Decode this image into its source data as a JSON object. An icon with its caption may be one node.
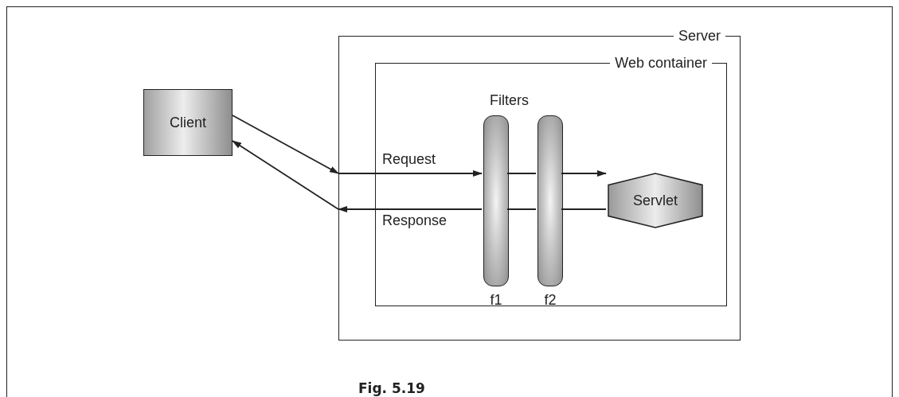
{
  "diagram": {
    "caption": "Fig. 5.19",
    "nodes": [
      {
        "text": [
          "Server"
        ]
      },
      {
        "text": [
          "Web container"
        ],
        "in": 0
      },
      {
        "text": [
          "Client"
        ]
      },
      {
        "text": [
          "f1"
        ],
        "in": 1
      },
      {
        "text": [
          "f2"
        ],
        "in": 1
      },
      {
        "text": [
          "Servlet"
        ],
        "in": 1
      }
    ],
    "edges": [
      {
        "from": 2,
        "to": 0,
        "arrow": "to"
      },
      {
        "from": 0,
        "to": 3,
        "arrow": "to",
        "label": "Request"
      },
      {
        "from": 3,
        "to": 4,
        "arrow": "none"
      },
      {
        "from": 4,
        "to": 5,
        "arrow": "to"
      },
      {
        "from": 5,
        "to": 4,
        "arrow": "none"
      },
      {
        "from": 4,
        "to": 3,
        "arrow": "none"
      },
      {
        "from": 3,
        "to": 0,
        "arrow": "to",
        "label": "Response"
      },
      {
        "from": 0,
        "to": 2,
        "arrow": "to"
      }
    ],
    "labels": [
      "Filters"
    ]
  }
}
